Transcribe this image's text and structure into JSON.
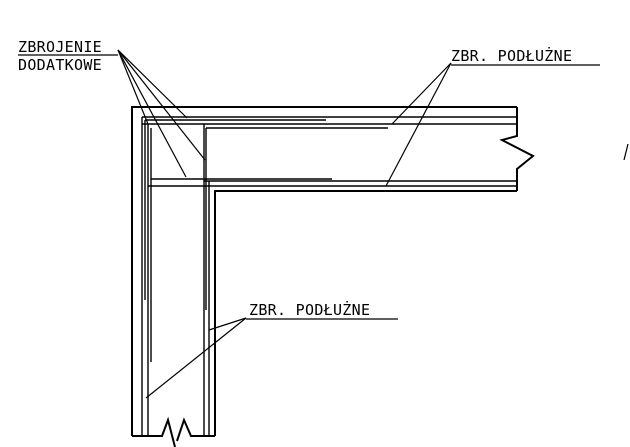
{
  "labels": {
    "additional_reinforcement_line1": "ZBROJENIE",
    "additional_reinforcement_line2": "DODATKOWE",
    "longitudinal_top": "ZBR. PODŁUŻNE",
    "longitudinal_column": "ZBR. PODŁUŻNE"
  },
  "colors": {
    "line": "#000000",
    "background": "#ffffff"
  }
}
